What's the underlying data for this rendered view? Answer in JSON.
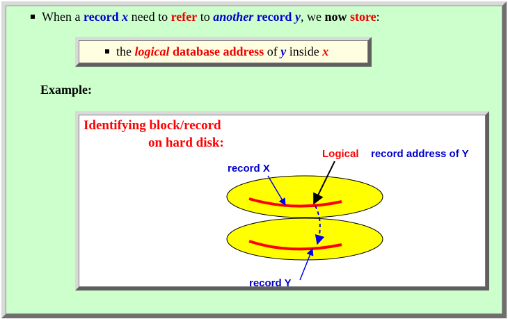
{
  "intro": {
    "when_a": "When a",
    "record1": "record",
    "x1": "x",
    "need_to": "need to",
    "refer": "refer",
    "to": "to",
    "another": "another",
    "record2": "record",
    "y1": "y",
    "we": ", we",
    "now": "now",
    "store": "store",
    "colon": ":"
  },
  "sub": {
    "the": "the",
    "logical": "logical",
    "db_address": "database address",
    "of": "of",
    "y": "y",
    "inside": "inside",
    "x": "x"
  },
  "example_label": "Example:",
  "diagram": {
    "title_line1": "Identifying block/record",
    "title_line2": "on hard disk:",
    "logical_label": "Logical",
    "record_address_label": "record address of Y",
    "record_x_label": "record X",
    "record_y_label": "record Y",
    "colors": {
      "platter": "#ffff00",
      "track": "#ff0000",
      "arrow_blue": "#0000ee",
      "arrow_black": "#000000",
      "title": "#ff0000",
      "label_blue": "#0000cc"
    }
  }
}
